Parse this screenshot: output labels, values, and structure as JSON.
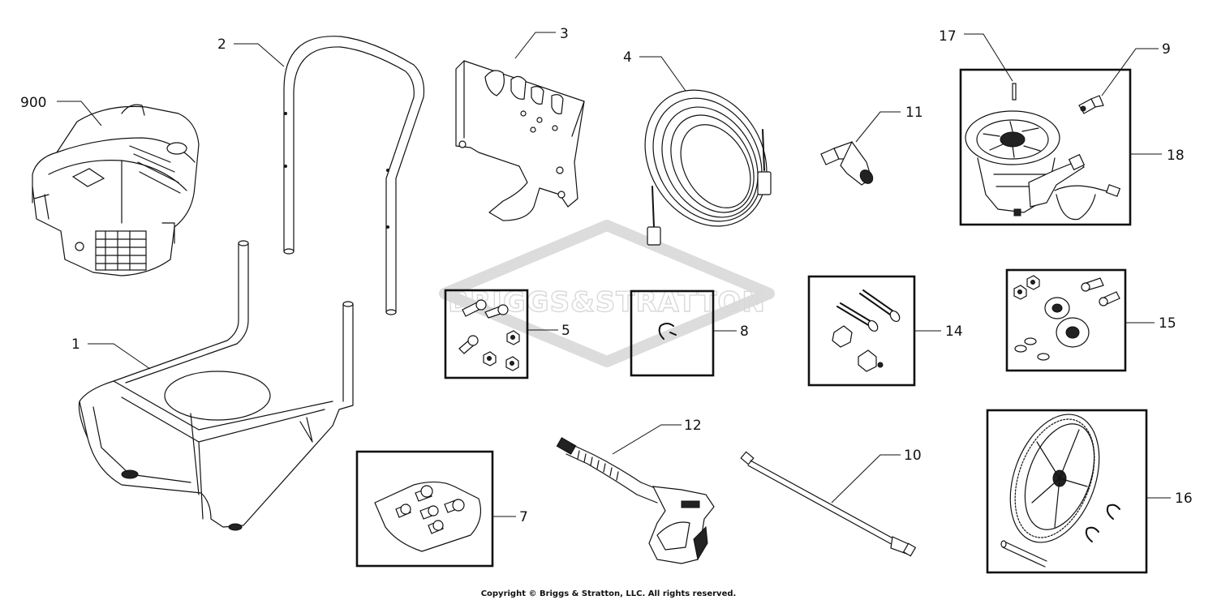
{
  "watermark": {
    "text": "BRIGGS&STRATTON"
  },
  "copyright": "Copyright © Briggs & Stratton, LLC. All rights reserved.",
  "callouts": {
    "engine": "900",
    "frame": "1",
    "handle": "2",
    "bracket": "3",
    "hose": "4",
    "hardware_kit_5": "5",
    "nozzle_kit": "7",
    "e_clip_kit": "8",
    "inlet_adapter": "9",
    "wand": "10",
    "hose_adapter": "11",
    "spray_gun": "12",
    "bolt_kit_14": "14",
    "hardware_kit_15": "15",
    "wheel_kit": "16",
    "pump_pin": "17",
    "pump_assembly": "18"
  }
}
